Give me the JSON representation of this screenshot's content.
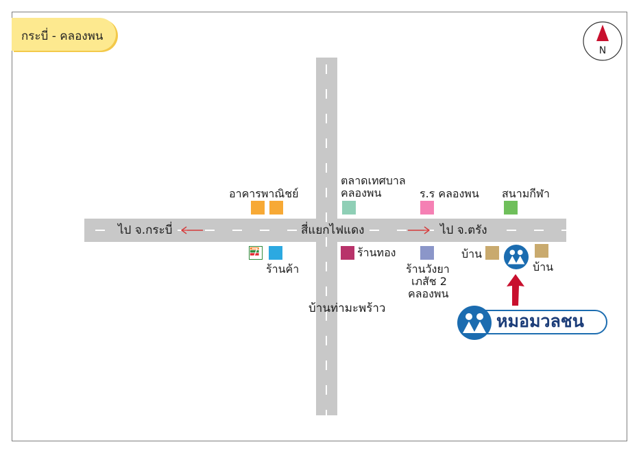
{
  "header": {
    "tag_label": "กระบี่ - คลองพน"
  },
  "compass": {
    "label": "N"
  },
  "roads": {
    "intersection": "สี่แยกไฟแดง",
    "to_west": "ไป จ.กระบี่",
    "to_east": "ไป จ.ตรัง",
    "south_road": "บ้านท่ามะพร้าว"
  },
  "landmarks": {
    "commercial": "อาคารพาณิชย์",
    "market": [
      "ตลาดเทศบาล",
      "คลองพน"
    ],
    "school": "ร.ร คลองพน",
    "stadium": "สนามกีฬา",
    "shop": "ร้านค้า",
    "gold_shop": "ร้านทอง",
    "pharmacy": [
      "ร้านวังยา",
      "เภสัช 2",
      "คลองพน"
    ],
    "house_left": "บ้าน",
    "house_right": "บ้าน"
  },
  "brand": {
    "name": "หมอมวลชน"
  },
  "colors": {
    "road": "#c8c8c8",
    "commercial": "#f7a935",
    "market": "#8fcfb6",
    "school": "#f580b4",
    "stadium": "#6fbf5b",
    "shop": "#2ca9e1",
    "gold_shop": "#b8336a",
    "pharmacy": "#8b96c9",
    "house": "#c9aa6e",
    "brand": "#1b6cb0",
    "arrow": "#c8102e",
    "tag": "#fde98f"
  },
  "icons": {
    "shop_logo": "seven-eleven-icon",
    "brand_logo": "people-badge-icon",
    "pointer": "red-arrow-icon",
    "north": "compass-north-icon"
  }
}
